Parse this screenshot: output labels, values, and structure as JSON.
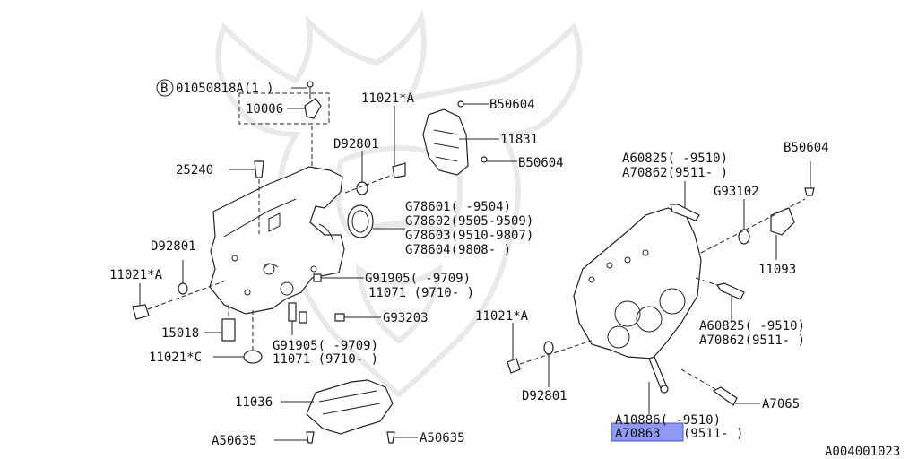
{
  "diagram_id": "A004001023",
  "labels": {
    "b_bolt": "01050818A(1 )",
    "b_circle": "B",
    "p10006": "10006",
    "p11021a_top": "11021*A",
    "pB50604_top": "B50604",
    "p11831": "11831",
    "pB50604_mid": "B50604",
    "pD92801_top": "D92801",
    "p25240": "25240",
    "pG78601": "G78601(    -9504)",
    "pG78602": "G78602(9505-9509)",
    "pG78603": "G78603(9510-9807)",
    "pG78604": "G78604(9808-    )",
    "pD92801_left": "D92801",
    "p11021a_left": "11021*A",
    "pG91905_a": "G91905(     -9709)",
    "p11071_a": "11071  (9710-    )",
    "pG93203": "G93203",
    "p15018": "15018",
    "pG91905_b": "G91905(     -9709)",
    "p11071_b": "11071  (9710-    )",
    "p11021c": "11021*C",
    "p11036": "11036",
    "pA50635_left": "A50635",
    "pA50635_right": "A50635",
    "pA60825_top": "A60825(     -9510)",
    "pA70862_top": "A70862(9511-    )",
    "pB50604_right": "B50604",
    "pG93102": "G93102",
    "p11093": "11093",
    "pA60825_bot": "A60825(     -9510)",
    "pA70862_bot": "A70862(9511-    )",
    "p11021a_right": "11021*A",
    "pD92801_right": "D92801",
    "pA7065": "A7065",
    "pA10886": "A10886(     -9510)",
    "pA70863": "A70863",
    "pA70863_range": "(9511-    )"
  },
  "highlight_color": "#8f98f3"
}
